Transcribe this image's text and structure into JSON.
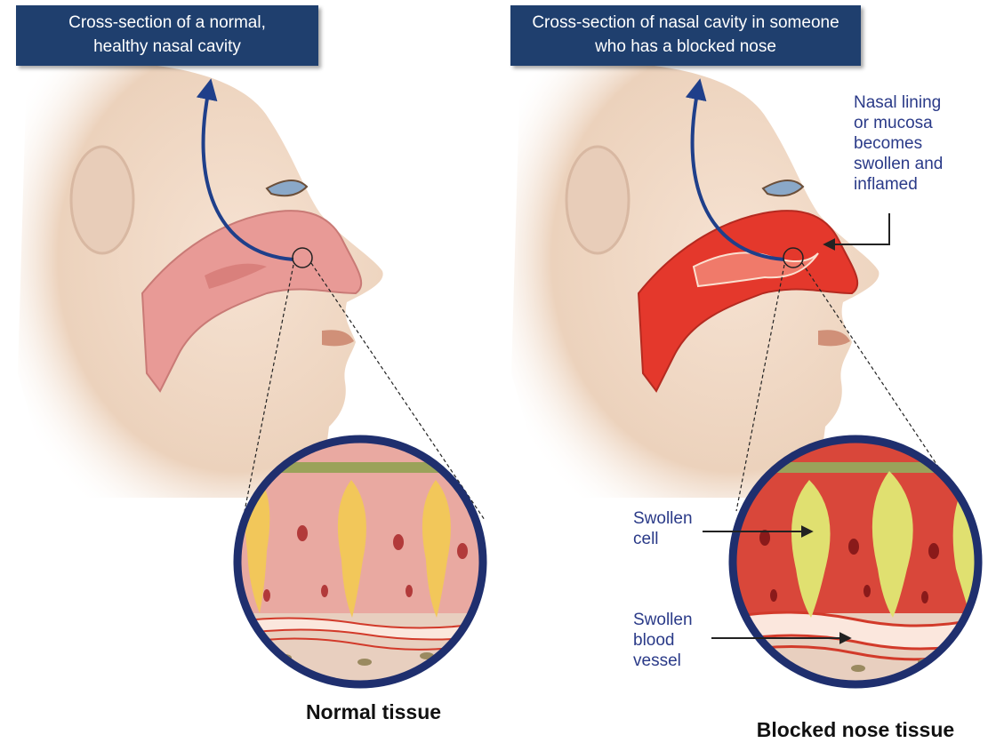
{
  "left_panel": {
    "title_line1": "Cross-section of a  normal,",
    "title_line2": "healthy nasal cavity",
    "caption": "Normal tissue"
  },
  "right_panel": {
    "title_line1": "Cross-section of nasal cavity in someone",
    "title_line2": "who has a blocked nose",
    "caption": "Blocked nose tissue",
    "annotation_nasal_lining": [
      "Nasal lining",
      "or mucosa",
      "becomes",
      "swollen and",
      "inflamed"
    ],
    "annotation_swollen_cell": [
      "Swollen",
      "cell"
    ],
    "annotation_swollen_vessel": [
      "Swollen",
      "blood",
      "vessel"
    ]
  },
  "colors": {
    "banner": "#1f3f6e",
    "arrow": "#1f3f8a",
    "label_text": "#2a3a88",
    "circle_border": "#1f2f6e",
    "skin": "#f1d6c0",
    "normal_mucosa": "#e89a96",
    "inflamed_mucosa": "#e4382c",
    "goblet_normal": "#f2c75a",
    "goblet_swollen": "#e0e070"
  }
}
